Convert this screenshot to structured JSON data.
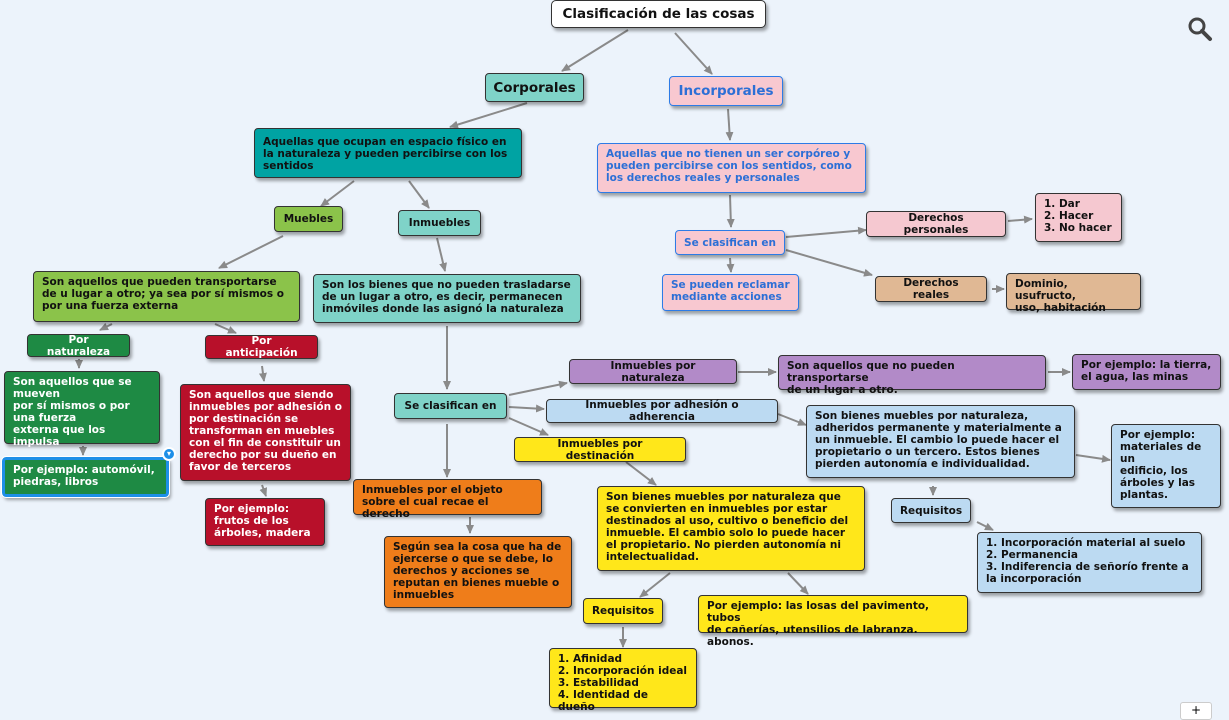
{
  "title": "Clasificación de las cosas",
  "nodes": {
    "corporales": "Corporales",
    "incorporales": "Incorporales",
    "corporales_def": "Aquellas que ocupan en espacio físico en la naturaleza y pueden percibirse con los sentidos",
    "incorporales_def": "Aquellas que no tienen un ser corpóreo y pueden percibirse con los sentidos, como los derechos reales y personales",
    "muebles": "Muebles",
    "inmuebles": "Inmuebles",
    "muebles_def": "Son aquellos que pueden transportarse de u lugar a otro; ya sea por sí mismos o por una fuerza externa",
    "inmuebles_def": "Son los bienes que no pueden trasladarse de un lugar a otro, es decir, permanecen inmóviles donde las asignó la naturaleza",
    "por_naturaleza": "Por naturaleza",
    "por_anticipacion": "Por anticipación",
    "naturaleza_def": "Son aquellos que se mueven\npor sí mismos o por una fuerza\nexterna que los impulsa",
    "naturaleza_ej": "Por ejemplo:  automóvil,\npiedras, libros",
    "anticipacion_def": "Son aquellos que siendo inmuebles por adhesión o por destinación se transforman en muebles con el fin de constituir un derecho por su dueño en favor de terceros",
    "anticipacion_ej": "Por ejemplo:\nfrutos de los\nárboles, madera",
    "se_clasifican_inc": "Se clasifican en",
    "se_pueden_reclamar": "Se pueden reclamar\nmediante acciones",
    "derechos_personales": "Derechos personales",
    "derechos_personales_list": "1. Dar\n2. Hacer\n3. No hacer",
    "derechos_reales": "Derechos reales",
    "derechos_reales_list": "Dominio, usufructo,\nuso, habitación",
    "se_clasifican_inm": "Se clasifican en",
    "inm_naturaleza": "Inmuebles por naturaleza",
    "inm_naturaleza_def": "Son aquellos que no pueden transportarse\nde un lugar a otro.",
    "inm_naturaleza_ej": "Por ejemplo: la tierra,\nel agua, las minas",
    "inm_adhesion": "Inmuebles por adhesión o adherencia",
    "inm_adhesion_def": "Son bienes muebles por naturaleza, adheridos permanente y materialmente a un inmueble. El cambio lo puede hacer el propietario o un tercero. Estos bienes pierden autonomía e individualidad.",
    "inm_adhesion_ej": "Por ejemplo: materiales de un\nedificio, los árboles y las plantas.",
    "requisitos_adh": "Requisitos",
    "requisitos_adh_list": "1. Incorporación material al suelo\n2. Permanencia\n3. Indiferencia de señorío frente a la incorporación",
    "inm_destinacion": "Inmuebles por destinación",
    "inm_destinacion_def": "Son bienes muebles por naturaleza que se convierten en inmuebles por estar destinados al uso, cultivo o beneficio del inmueble. El cambio solo lo puede hacer el propietario. No pierden autonomía ni intelectualidad.",
    "inm_destinacion_ej": "Por ejemplo: las losas del pavimento, tubos\nde cañerías, utensilios de labranza. abonos.",
    "requisitos_des": "Requisitos",
    "requisitos_des_list": "1. Afinidad\n2. Incorporación ideal\n3. Estabilidad\n4. Identidad de dueño",
    "inm_objeto": "Inmuebles por el objeto\nsobre el cual recae el derecho",
    "inm_objeto_def": "Según sea la cosa que ha de ejercerse o que se debe, lo derechos y acciones se reputan en bienes mueble o inmuebles"
  },
  "icons": {
    "search": "search-icon",
    "corner": "expand-icon",
    "corner_glyph": "+"
  },
  "colors": {
    "background": "#ecf3fb",
    "teal": "#7fd3c8",
    "green": "#8bc34a",
    "red": "#b8102a",
    "orange": "#ef7d1a",
    "yellow": "#ffe71a",
    "pink": "#f8c8d0",
    "purple": "#b28ac8",
    "light_blue": "#bcdaf2",
    "arrow": "#8a8a8a",
    "selection": "#1e8fe8"
  }
}
